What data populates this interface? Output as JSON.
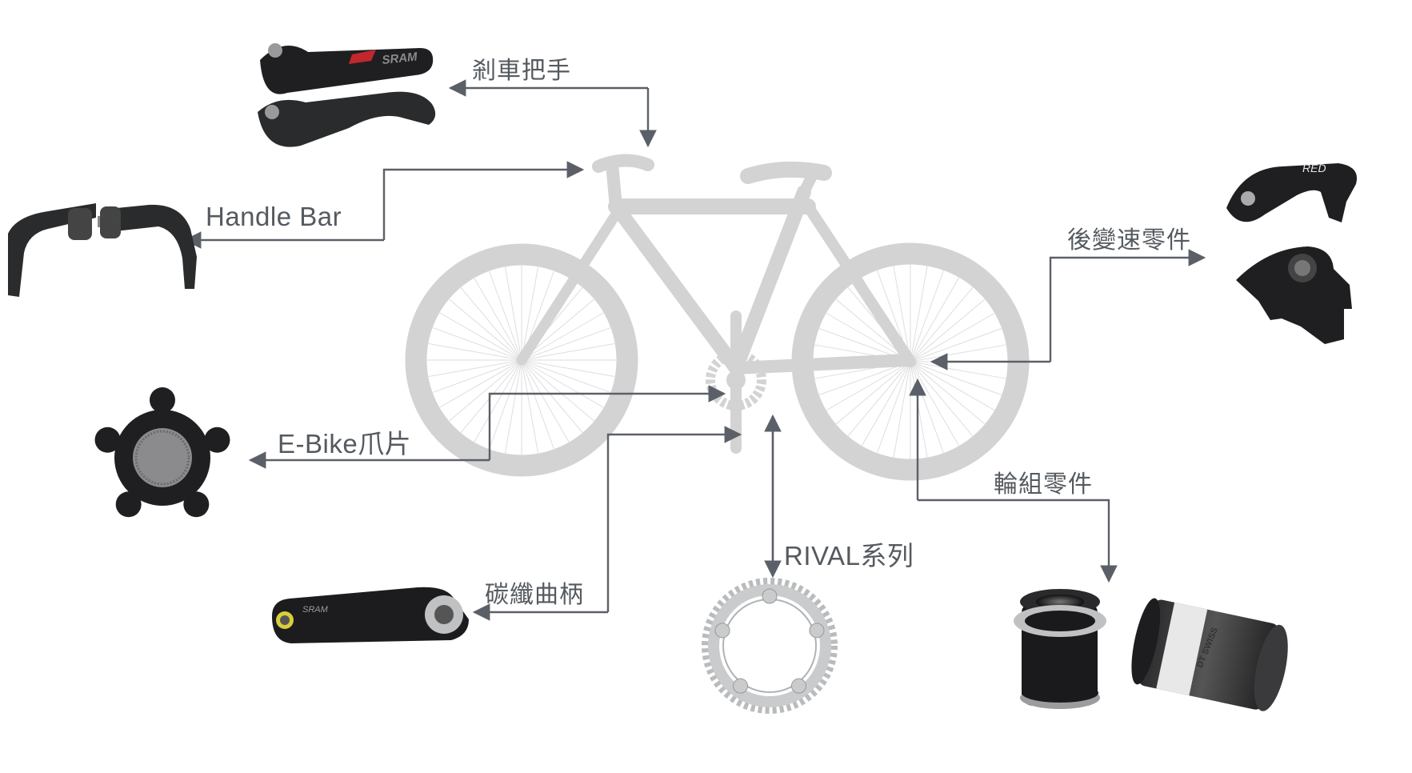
{
  "diagram": {
    "labels": {
      "brake_lever": "剎車把手",
      "handle_bar": "Handle Bar",
      "ebike_spider": "E-Bike爪片",
      "carbon_crank": "碳纖曲柄",
      "rival_series": "RIVAL系列",
      "rear_derailleur": "後變速零件",
      "wheel_parts": "輪組零件"
    },
    "product_marks": {
      "brake_lever": "SRAM",
      "crank_arm": "SRAM",
      "derailleur_cage": "RED",
      "hub_box": "DT SWISS"
    },
    "colors": {
      "bike": "#d3d3d3",
      "arrow": "#5b6068",
      "label": "#555a5f",
      "part": "#1f1f21",
      "silver": "#c9cbcd"
    }
  }
}
